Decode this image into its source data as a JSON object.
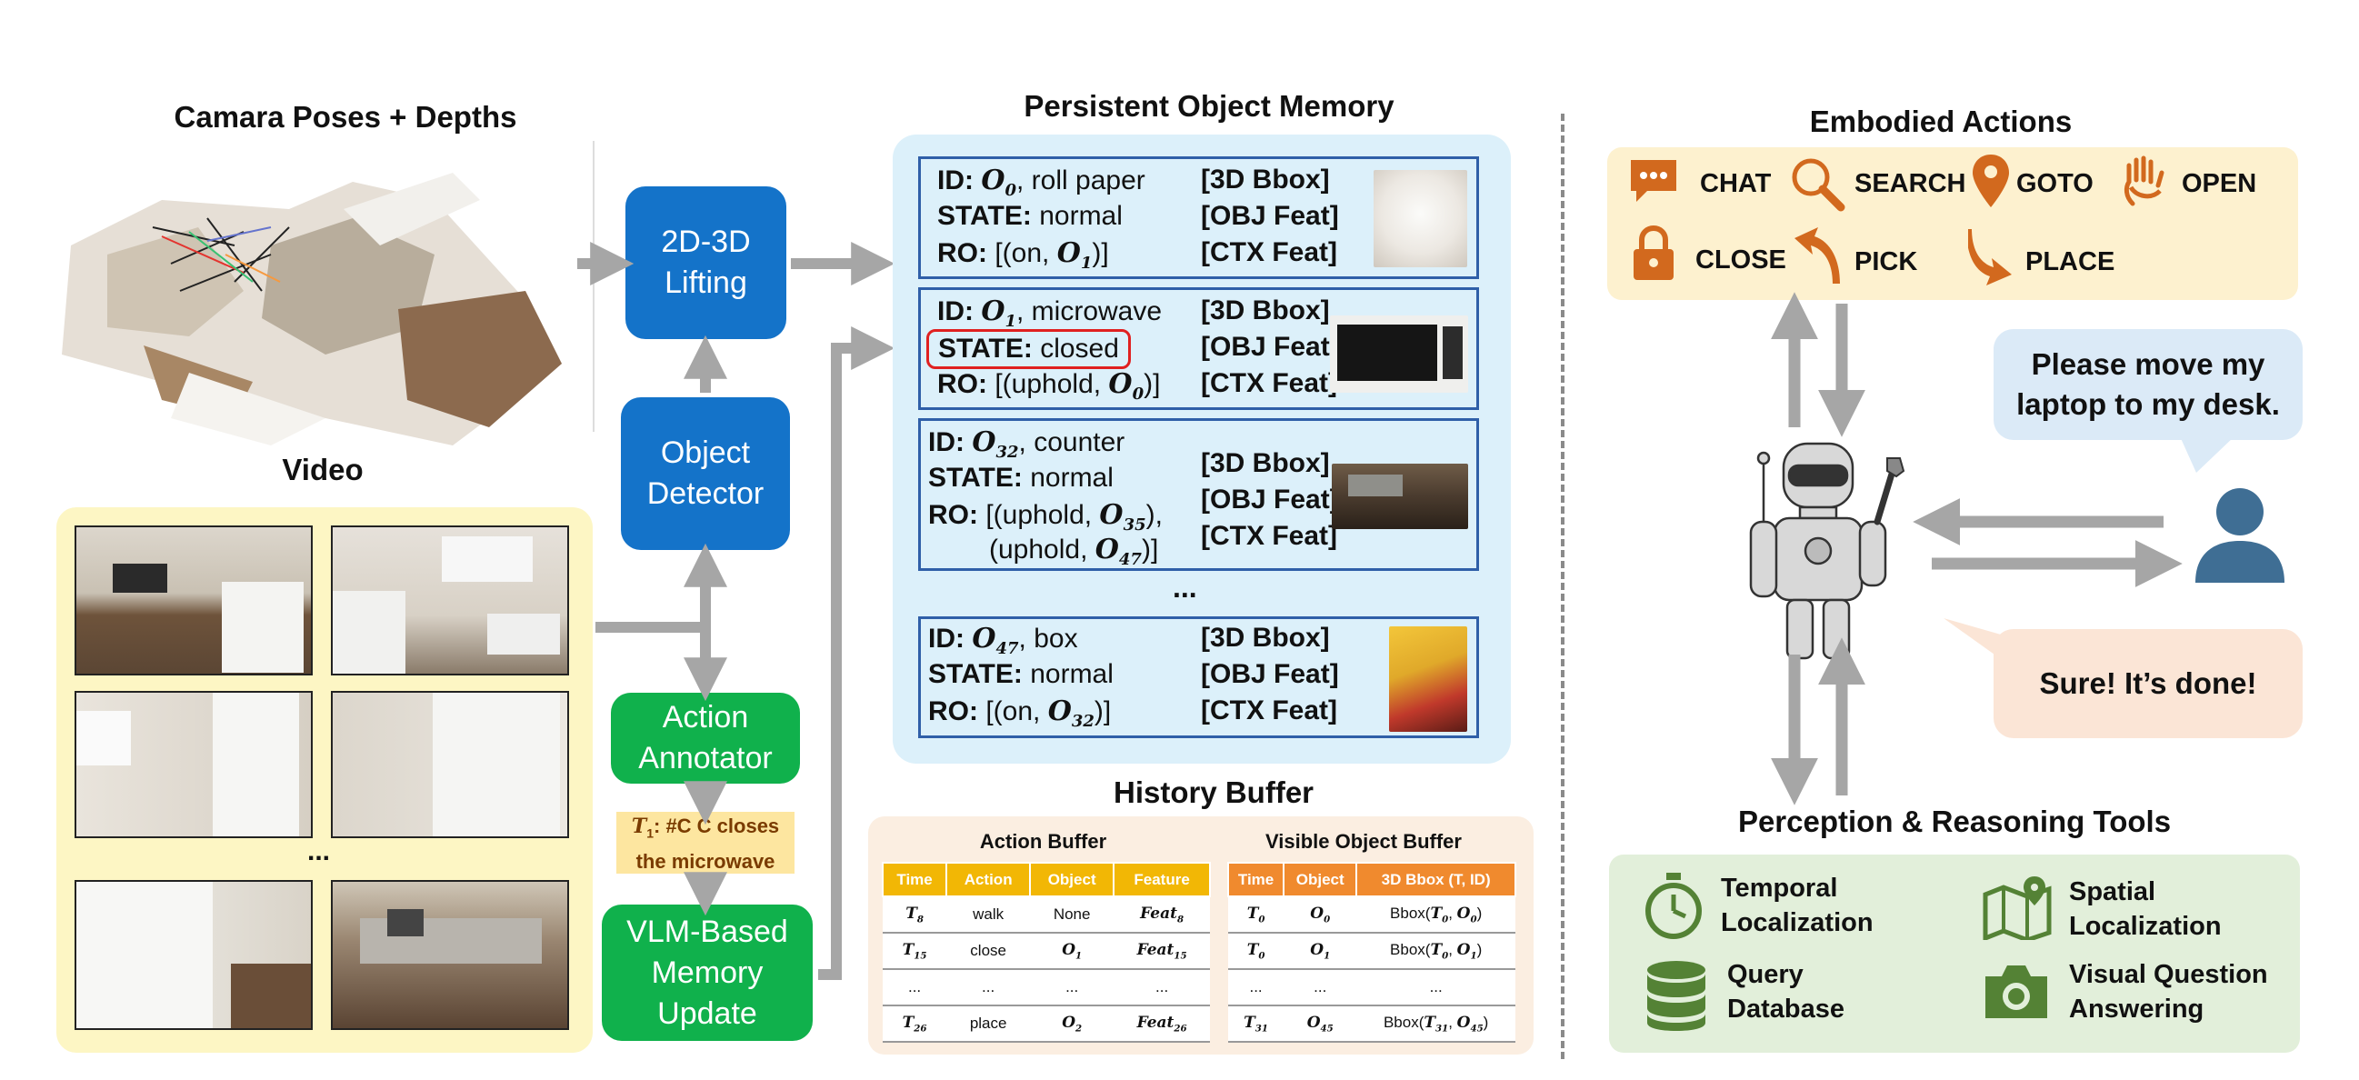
{
  "titles": {
    "camera": "Camara Poses + Depths",
    "video": "Video",
    "memory": "Persistent Object Memory",
    "history": "History Buffer",
    "actions": "Embodied Actions",
    "tools": "Perception & Reasoning Tools"
  },
  "pipeline": {
    "lifting": [
      "2D-3D",
      "Lifting"
    ],
    "detector": [
      "Object",
      "Detector"
    ],
    "annotator": [
      "Action",
      "Annotator"
    ],
    "vlm": [
      "VLM-Based",
      "Memory",
      "Update"
    ],
    "annotation_tag": {
      "t": "T",
      "sub": "1",
      "line1": ": #C C closes",
      "line2": "the microwave"
    }
  },
  "video": {
    "ellipsis": "..."
  },
  "memory": {
    "labels": {
      "id": "ID:",
      "state": "STATE:",
      "ro": "RO:"
    },
    "features": [
      "[3D Bbox]",
      "[OBJ Feat]",
      "[CTX Feat]"
    ],
    "ellipsis": "...",
    "cards": [
      {
        "id_sub": "0",
        "name": ", roll paper",
        "state": " normal",
        "ro_pre": " [(on, ",
        "ro_sub": "1",
        "ro_post": ")]"
      },
      {
        "id_sub": "1",
        "name": ", microwave",
        "state": " closed",
        "ro_pre": " [(uphold, ",
        "ro_sub": "0",
        "ro_post": ")]"
      },
      {
        "id_sub": "32",
        "name": ", counter",
        "state": " normal",
        "ro_pre": " [(uphold, ",
        "ro_sub": "35",
        "ro_post": "),",
        "ro2_pre": "(uphold, ",
        "ro2_sub": "47",
        "ro2_post": ")]"
      },
      {
        "id_sub": "47",
        "name": ", box",
        "state": " normal",
        "ro_pre": " [(on, ",
        "ro_sub": "32",
        "ro_post": ")]"
      }
    ]
  },
  "history": {
    "action_buffer": {
      "title": "Action Buffer",
      "headers": [
        "Time",
        "Action",
        "Object",
        "Feature"
      ],
      "rows": [
        [
          "T8",
          "walk",
          "None",
          "Feat8"
        ],
        [
          "T15",
          "close",
          "O1",
          "Feat15"
        ],
        [
          "...",
          "...",
          "...",
          "..."
        ],
        [
          "T26",
          "place",
          "O2",
          "Feat26"
        ]
      ]
    },
    "visible_buffer": {
      "title": "Visible Object Buffer",
      "headers": [
        "Time",
        "Object",
        "3D Bbox (T, ID)"
      ],
      "rows": [
        [
          "T0",
          "O0",
          "Bbox(T0, O0)"
        ],
        [
          "T0",
          "O1",
          "Bbox(T0, O1)"
        ],
        [
          "...",
          "...",
          "..."
        ],
        [
          "T31",
          "O45",
          "Bbox(T31, O45)"
        ]
      ]
    }
  },
  "actions": [
    "CHAT",
    "SEARCH",
    "GOTO",
    "OPEN",
    "CLOSE",
    "PICK",
    "PLACE"
  ],
  "dialog": {
    "user": "Please move my laptop to my desk.",
    "agent": "Sure! It’s done!"
  },
  "tools": [
    "Temporal Localization",
    "Spatial Localization",
    "Query Database",
    "Visual Question Answering"
  ],
  "colors": {
    "blue_box": "#1473c9",
    "green_box": "#10b14c",
    "memory_panel": "#dcf0fa",
    "video_panel": "#fdf6c4",
    "history_panel": "#fbeee1",
    "actions_panel": "#fdf1cf",
    "tools_panel": "#e2efda",
    "action_header": "#f2b705",
    "visible_header": "#f08a2e",
    "action_icon": "#d2691e",
    "tool_icon": "#548235",
    "user_icon": "#3f6e94",
    "highlight": "#e02020"
  }
}
